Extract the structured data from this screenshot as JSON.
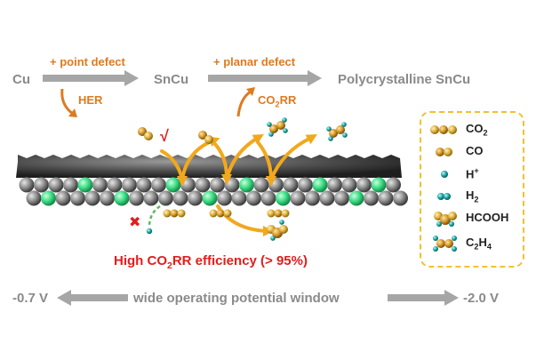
{
  "stages": {
    "cu": "Cu",
    "sncu": "SnCu",
    "poly": "Polycrystalline SnCu"
  },
  "defects": {
    "point": "+ point defect",
    "planar": "+ planar defect"
  },
  "side_reactions": {
    "her": "HER",
    "co2rr_prefix": "CO",
    "co2rr_sub": "2",
    "co2rr_suffix": "RR"
  },
  "efficiency": {
    "prefix": "High CO",
    "sub": "2",
    "suffix": "RR efficiency (> 95%)"
  },
  "potential": {
    "left": "-0.7 V",
    "window": "wide operating potential window",
    "right": "-2.0 V"
  },
  "marks": {
    "check": "√",
    "cross": "✖"
  },
  "legend": [
    {
      "icon": "co2-molecule-icon",
      "main": "CO",
      "sub": "2",
      "sup": ""
    },
    {
      "icon": "co-molecule-icon",
      "main": "CO",
      "sub": "",
      "sup": ""
    },
    {
      "icon": "proton-icon",
      "main": "H",
      "sub": "",
      "sup": "+"
    },
    {
      "icon": "hydrogen-molecule-icon",
      "main": "H",
      "sub": "2",
      "sup": ""
    },
    {
      "icon": "formic-acid-molecule-icon",
      "main": "HCOOH",
      "sub": "",
      "sup": ""
    },
    {
      "icon": "ethylene-molecule-icon",
      "main": "C",
      "sub": "2",
      "sup": "",
      "main2": "H",
      "sub2": "4"
    }
  ],
  "colors": {
    "arrow_grey": "#a6a6a6",
    "orange": "#e07a1f",
    "gold": "#f2a81d",
    "red": "#e21d1d",
    "legend_border": "#f2c12e",
    "sn_green": "#3ddc84",
    "cu_grey": "#8c8c8c",
    "teal": "#1fa6a6"
  }
}
